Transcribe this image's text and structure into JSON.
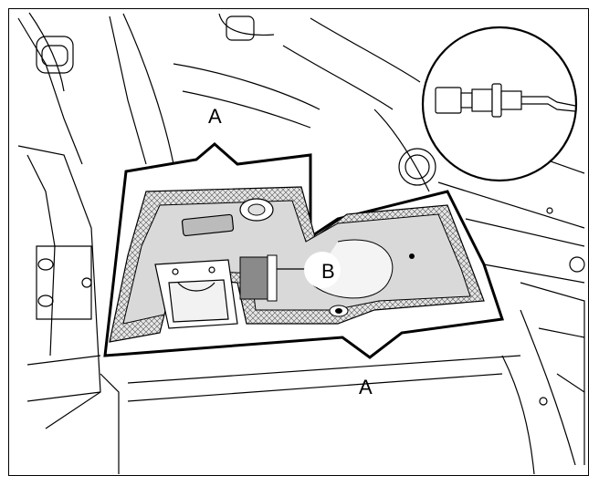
{
  "figure": {
    "callouts": {
      "a_top": "A",
      "a_bottom": "A",
      "b": "B"
    }
  },
  "colors": {
    "line": "#000000",
    "highlight_fill": "#d9d9d9",
    "sensor_fill": "#8a8a8a",
    "background": "#ffffff"
  },
  "icons": {
    "inset": "sensor-connector-icon"
  }
}
